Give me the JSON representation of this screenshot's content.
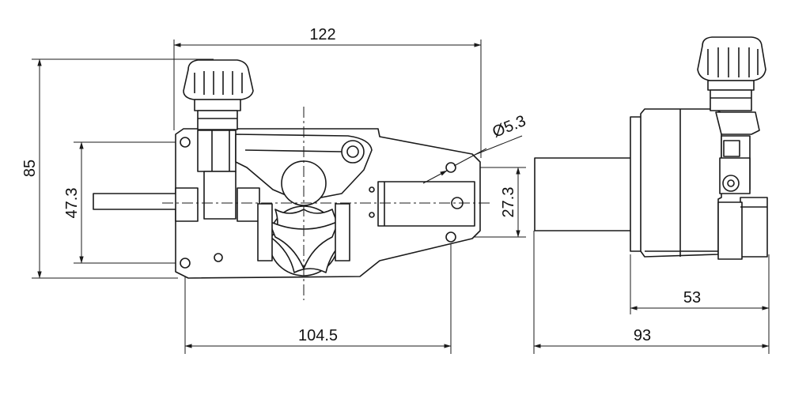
{
  "dimensions": {
    "overall_width": "122",
    "height": "85",
    "hole_spacing_vertical": "47.3",
    "hole_diameter": "Ø5.3",
    "flange_height": "27.3",
    "hole_spacing_horizontal": "104.5",
    "side_depth": "53",
    "side_overall_depth": "93"
  },
  "colors": {
    "line": "#1a1a1a",
    "background": "#ffffff"
  }
}
